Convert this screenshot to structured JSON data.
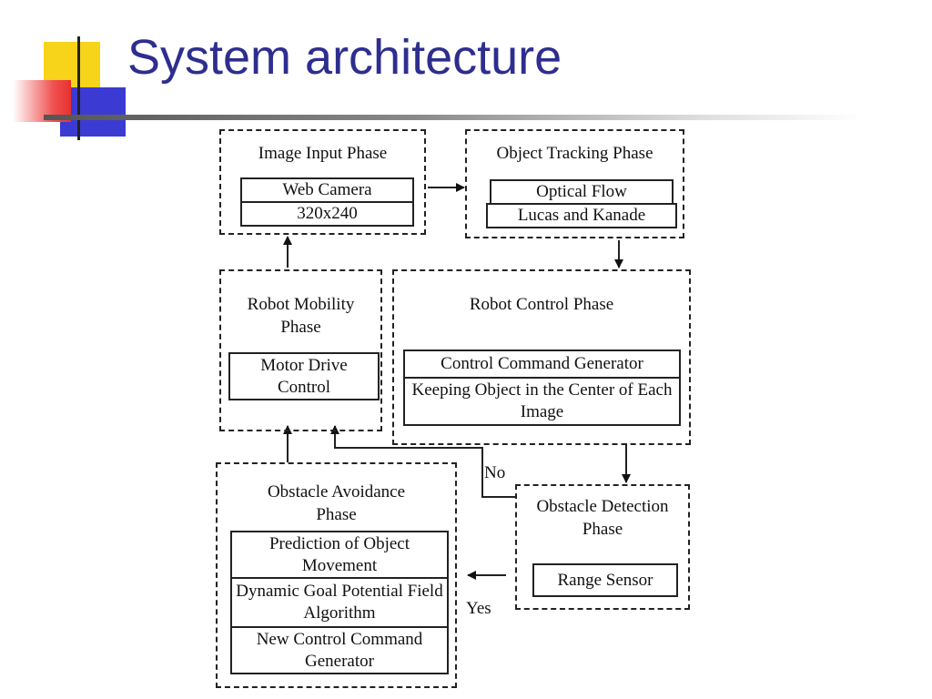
{
  "slide": {
    "title": "System architecture"
  },
  "diagram": {
    "image_input": {
      "title": "Image Input Phase",
      "items": [
        "Web Camera",
        "320x240"
      ]
    },
    "object_tracking": {
      "title": "Object Tracking Phase",
      "items": [
        "Optical Flow",
        "Lucas and Kanade"
      ]
    },
    "robot_mobility": {
      "title": "Robot Mobility Phase",
      "items": [
        "Motor Drive Control"
      ]
    },
    "robot_control": {
      "title": "Robot Control Phase",
      "items": [
        "Control Command Generator",
        "Keeping Object in the Center of Each Image"
      ]
    },
    "obstacle_avoidance": {
      "title": "Obstacle Avoidance Phase",
      "items": [
        "Prediction of Object Movement",
        "Dynamic Goal Potential Field Algorithm",
        "New Control Command Generator"
      ]
    },
    "obstacle_detection": {
      "title": "Obstacle Detection Phase",
      "items": [
        "Range Sensor"
      ]
    },
    "labels": {
      "no": "No",
      "yes": "Yes"
    }
  }
}
